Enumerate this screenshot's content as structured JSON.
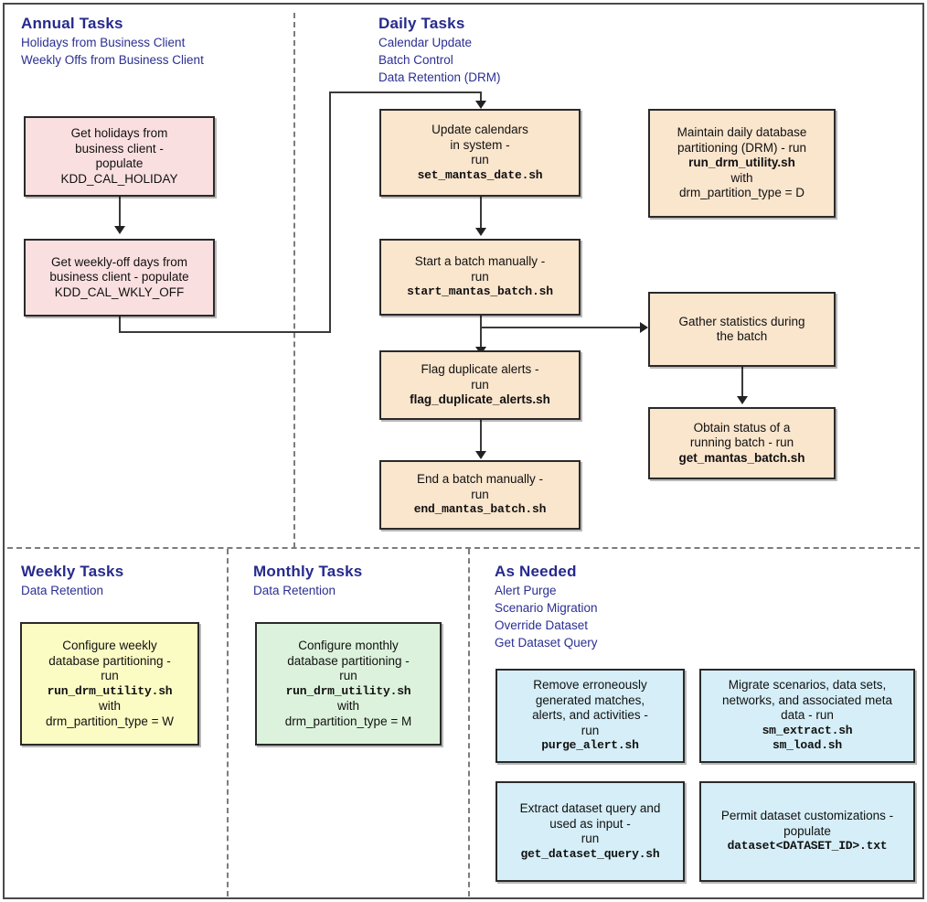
{
  "sections": [
    {
      "title": "Annual Tasks",
      "subtitles": [
        "Holidays from Business Client",
        "Weekly Offs from Business Client"
      ]
    },
    {
      "title": "Daily Tasks",
      "subtitles": [
        "Calendar Update",
        "Batch Control",
        "Data Retention (DRM)"
      ]
    },
    {
      "title": "Weekly Tasks",
      "subtitles": [
        "Data Retention"
      ]
    },
    {
      "title": "Monthly Tasks",
      "subtitles": [
        "Data Retention"
      ]
    },
    {
      "title": "As Needed",
      "subtitles": [
        "Alert Purge",
        "Scenario Migration",
        "Override Dataset",
        "Get Dataset Query"
      ]
    }
  ],
  "nodes": {
    "holidays": {
      "l1": "Get holidays from",
      "l2": "business client -",
      "l3": "populate",
      "l4": "KDD_CAL_HOLIDAY"
    },
    "weeklyoff": {
      "l1": "Get weekly-off days from",
      "l2": "business client - populate",
      "l3": "KDD_CAL_WKLY_OFF"
    },
    "update_cal": {
      "l1": "Update calendars",
      "l2": "in system -",
      "l3": "run",
      "l4": "set_mantas_date.sh"
    },
    "start_batch": {
      "l1": "Start a batch manually -",
      "l2": "run",
      "l3": "start_mantas_batch.sh"
    },
    "flag_dup": {
      "l1": "Flag duplicate alerts -",
      "l2": "run",
      "l3": "flag_duplicate_alerts.sh"
    },
    "end_batch": {
      "l1": "End a batch manually -",
      "l2": "run",
      "l3": "end_mantas_batch.sh"
    },
    "drm_daily": {
      "l1": "Maintain daily database",
      "l2": "partitioning (DRM) - run",
      "l3": "run_drm_utility.sh",
      "l4": "with",
      "l5": "drm_partition_type = D"
    },
    "gather_stats": {
      "l1": "Gather statistics during",
      "l2": "the batch"
    },
    "obtain_status": {
      "l1": "Obtain status of a",
      "l2": "running batch -  run",
      "l3": "get_mantas_batch.sh"
    },
    "weekly_drm": {
      "l1": "Configure weekly",
      "l2": "database partitioning -",
      "l3": "run",
      "l4": "run_drm_utility.sh",
      "l5": "with",
      "l6": "drm_partition_type = W"
    },
    "monthly_drm": {
      "l1": "Configure monthly",
      "l2": "database partitioning -",
      "l3": "run",
      "l4": "run_drm_utility.sh",
      "l5": "with",
      "l6": "drm_partition_type = M"
    },
    "purge_alert": {
      "l1": "Remove erroneously",
      "l2": "generated matches,",
      "l3": "alerts, and activities -",
      "l4": "run",
      "l5": "purge_alert.sh"
    },
    "migrate": {
      "l1": "Migrate scenarios, data sets,",
      "l2": "networks, and associated meta",
      "l3": "data - run",
      "l4": "sm_extract.sh",
      "l5": "sm_load.sh"
    },
    "get_query": {
      "l1": "Extract dataset query and",
      "l2": "used as input -",
      "l3": "run",
      "l4": "get_dataset_query.sh"
    },
    "permit_ds": {
      "l1": "Permit dataset customizations -",
      "l2": "populate",
      "l3": "dataset<DATASET_ID>.txt"
    }
  },
  "colors": {
    "annual_box": "#fadfe0",
    "daily_box": "#fae5cd",
    "weekly_box": "#fbfbc4",
    "monthly_box": "#dcf2dc",
    "asneeded_box": "#d5eef7",
    "heading": "#262a8c",
    "border": "#2a2a2a",
    "divider": "#7c7c7c"
  }
}
